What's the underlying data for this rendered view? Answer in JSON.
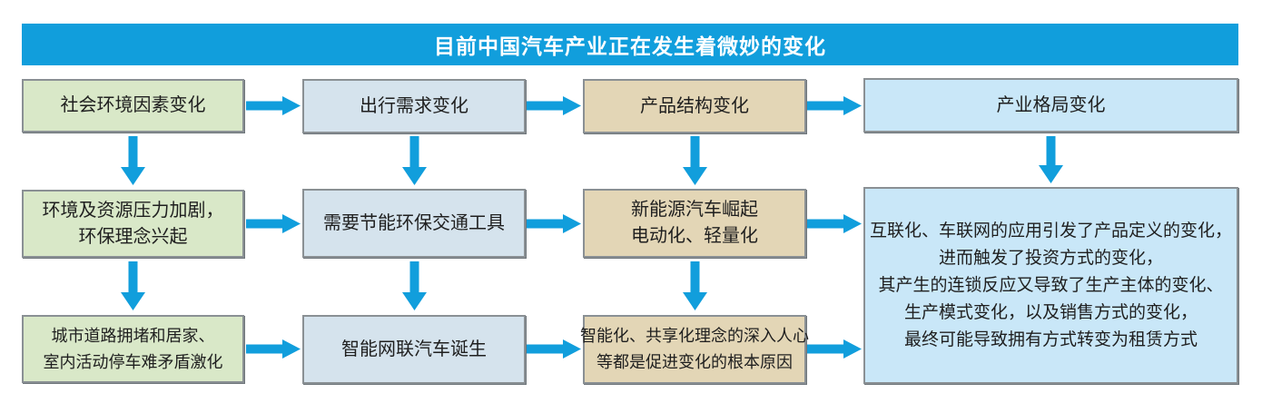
{
  "title": "目前中国汽车产业正在发生着微妙的变化",
  "colors": {
    "title_bg": "#119EDC",
    "arrow_blue": "#119EDC",
    "box_green": "#D9E8C8",
    "box_bluegray": "#D5E3ED",
    "box_tan": "#E3D6B6",
    "box_lightblue": "#C9E7F8",
    "box_border": "#8A9094",
    "text": "#1F1F1F",
    "title_text": "#FFFFFF"
  },
  "boxes": {
    "c1r1": {
      "lines": [
        "社会环境因素变化"
      ]
    },
    "c1r2": {
      "lines": [
        "环境及资源压力加剧，",
        "环保理念兴起"
      ]
    },
    "c1r3": {
      "lines": [
        "城市道路拥堵和居家、",
        "室内活动停车难矛盾激化"
      ]
    },
    "c2r1": {
      "lines": [
        "出行需求变化"
      ]
    },
    "c2r2": {
      "lines": [
        "需要节能环保交通工具"
      ]
    },
    "c2r3": {
      "lines": [
        "智能网联汽车诞生"
      ]
    },
    "c3r1": {
      "lines": [
        "产品结构变化"
      ]
    },
    "c3r2": {
      "lines": [
        "新能源汽车崛起",
        "电动化、轻量化"
      ]
    },
    "c3r3": {
      "lines": [
        "智能化、共享化理念的深入人心",
        "等都是促进变化的根本原因"
      ]
    },
    "c4r1": {
      "lines": [
        "产业格局变化"
      ]
    },
    "c4big": {
      "lines": [
        "互联化、车联网的应用引发了产品定义的变化，",
        "进而触发了投资方式的变化，",
        "其产生的连锁反应又导致了生产主体的变化、",
        "生产模式变化，以及销售方式的变化，",
        "最终可能导致拥有方式转变为租赁方式"
      ]
    }
  }
}
